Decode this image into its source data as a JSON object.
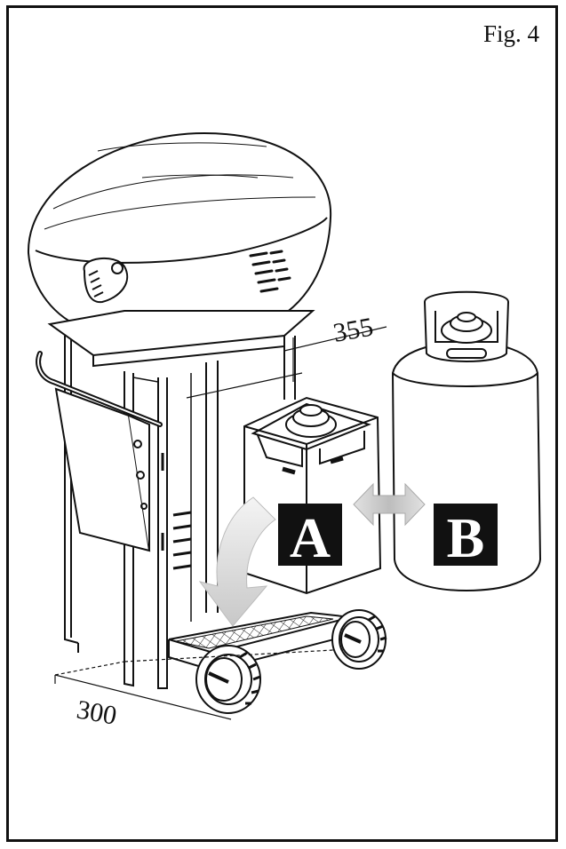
{
  "figure": {
    "label": "Fig. 4",
    "dimensions": {
      "depth": "355",
      "width": "300"
    },
    "badges": {
      "left": "A",
      "right": "B"
    }
  }
}
